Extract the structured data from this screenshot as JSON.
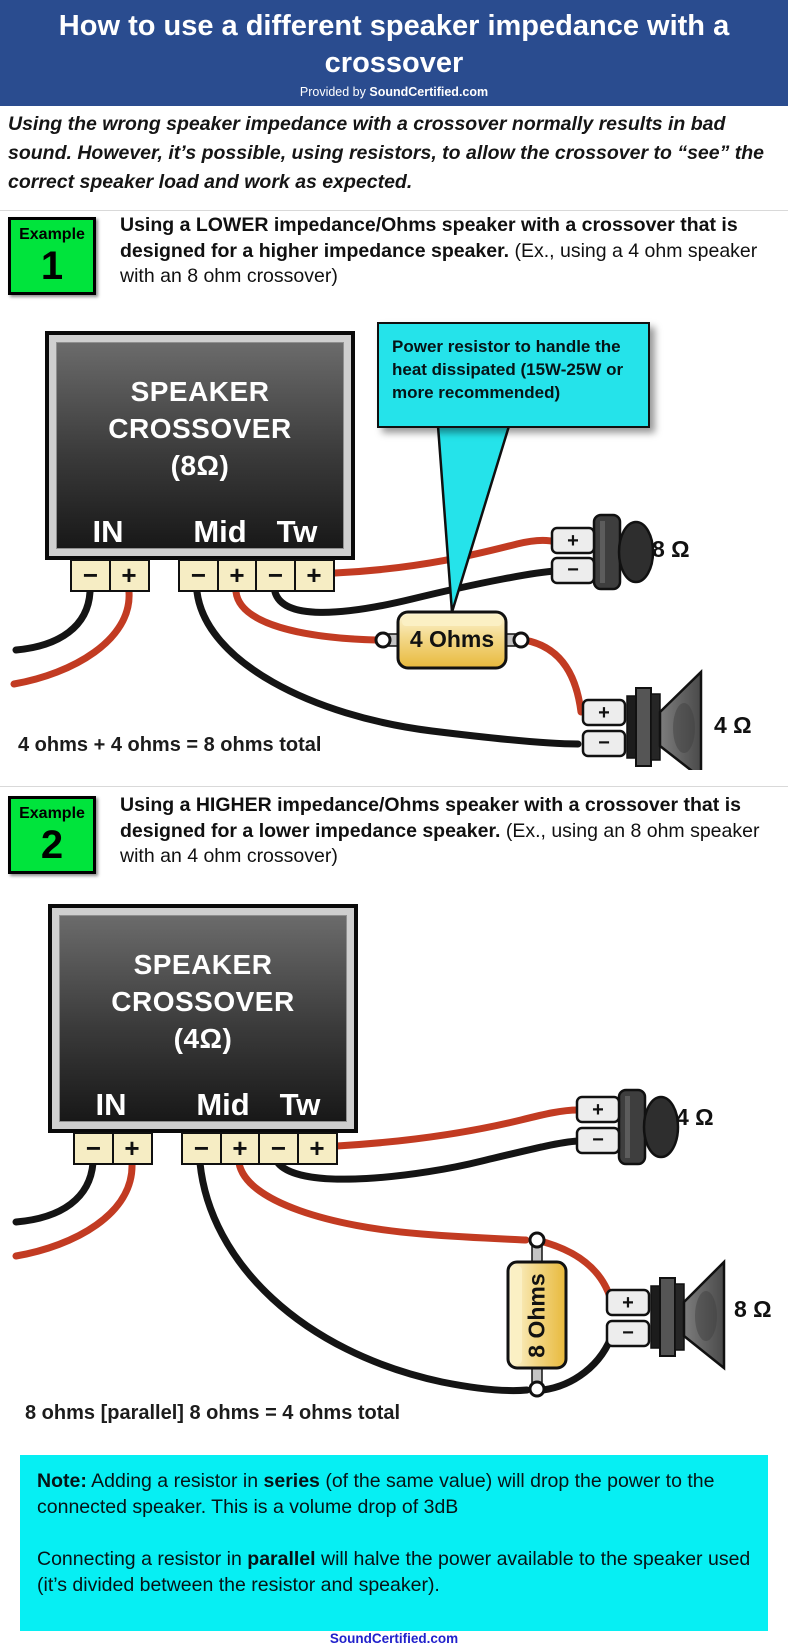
{
  "colors": {
    "header_bg": "#2a4c8f",
    "badge_green": "#00e43c",
    "callout_cyan": "#25e3ea",
    "note_cyan": "#06eff3",
    "wire_red": "#c23b22",
    "wire_black": "#141414",
    "resistor_gold": "#eec14f",
    "terminal_tan": "#f6edc4",
    "footer_blue": "#2121cb"
  },
  "header": {
    "title": "How to use a different speaker impedance with a crossover",
    "provided_by": [
      {
        "t": "Provided by ",
        "b": false
      },
      {
        "t": "SoundCertified.com",
        "b": true
      }
    ]
  },
  "intro": "Using the wrong speaker impedance with a crossover normally results in bad sound. However, it’s possible, using resistors, to allow the crossover to “see” the correct speaker load and work as expected.",
  "examples": [
    {
      "badge": {
        "label": "Example",
        "number": "1"
      },
      "heading": [
        {
          "t": "Using a LOWER impedance/Ohms speaker with a crossover that is designed for a higher impedance speaker.",
          "b": true
        },
        {
          "t": " (Ex., using a 4 ohm speaker with an 8 ohm crossover)",
          "b": false
        }
      ],
      "crossover": {
        "lines": [
          "SPEAKER",
          "CROSSOVER",
          "(8Ω)"
        ],
        "ports": [
          "IN",
          "Mid",
          "Tw"
        ]
      },
      "terminals": [
        "−",
        "+",
        "−",
        "+",
        "−",
        "+"
      ],
      "callout": "Power resistor to handle the heat dissipated (15W-25W or more recommended)",
      "resistor_label": "4 Ohms",
      "tweeter": {
        "label": "8 Ω",
        "tabs": [
          "+",
          "−"
        ]
      },
      "woofer": {
        "label": "4 Ω",
        "tabs": [
          "+",
          "−"
        ]
      },
      "total": "4 ohms + 4 ohms = 8 ohms total"
    },
    {
      "badge": {
        "label": "Example",
        "number": "2"
      },
      "heading": [
        {
          "t": "Using a HIGHER impedance/Ohms speaker with a crossover that is designed for a lower impedance speaker.",
          "b": true
        },
        {
          "t": " (Ex., using an 8 ohm speaker with an 4 ohm crossover)",
          "b": false
        }
      ],
      "crossover": {
        "lines": [
          "SPEAKER",
          "CROSSOVER",
          "(4Ω)"
        ],
        "ports": [
          "IN",
          "Mid",
          "Tw"
        ]
      },
      "terminals": [
        "−",
        "+",
        "−",
        "+",
        "−",
        "+"
      ],
      "resistor_label": "8 Ohms",
      "tweeter": {
        "label": "4 Ω",
        "tabs": [
          "+",
          "−"
        ]
      },
      "woofer": {
        "label": "8 Ω",
        "tabs": [
          "+",
          "−"
        ]
      },
      "total": "8 ohms [parallel] 8 ohms = 4 ohms total"
    }
  ],
  "note": {
    "p1": [
      {
        "t": "Note:",
        "b": true
      },
      {
        "t": " Adding a resistor in ",
        "b": false
      },
      {
        "t": "series",
        "b": true
      },
      {
        "t": " (of the same value) will drop the power to the connected speaker. This is a volume drop of 3dB",
        "b": false
      }
    ],
    "p2": [
      {
        "t": "Connecting a resistor in ",
        "b": false
      },
      {
        "t": "parallel",
        "b": true
      },
      {
        "t": " will halve the power available to the speaker used (it’s divided between the resistor and speaker).",
        "b": false
      }
    ]
  },
  "footer": "SoundCertified.com"
}
